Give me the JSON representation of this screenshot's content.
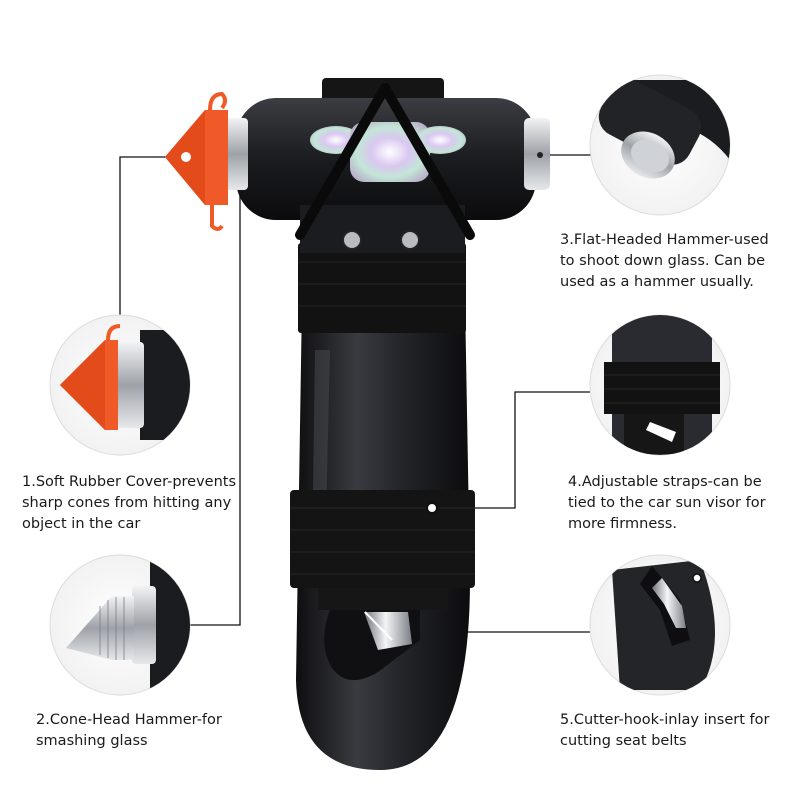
{
  "callouts": [
    {
      "lines": [
        "1.Soft Rubber Cover-prevents",
        "sharp cones from hitting any",
        "object in the car"
      ]
    },
    {
      "lines": [
        "2.Cone-Head Hammer-for",
        "smashing glass"
      ]
    },
    {
      "lines": [
        "3.Flat-Headed Hammer-used",
        "to shoot down glass. Can be",
        "used as a hammer usually."
      ]
    },
    {
      "lines": [
        "4.Adjustable straps-can be",
        "tied to the car sun visor for",
        "more firmness."
      ]
    },
    {
      "lines": [
        "5.Cutter-hook-inlay insert for",
        "cutting seat belts"
      ]
    }
  ],
  "colors": {
    "background": "#ffffff",
    "body": "#1e1e20",
    "rubber_cover": "#f05a28",
    "steel": "#c9ccd0",
    "strap": "#151515",
    "leader_line": "#111111"
  }
}
